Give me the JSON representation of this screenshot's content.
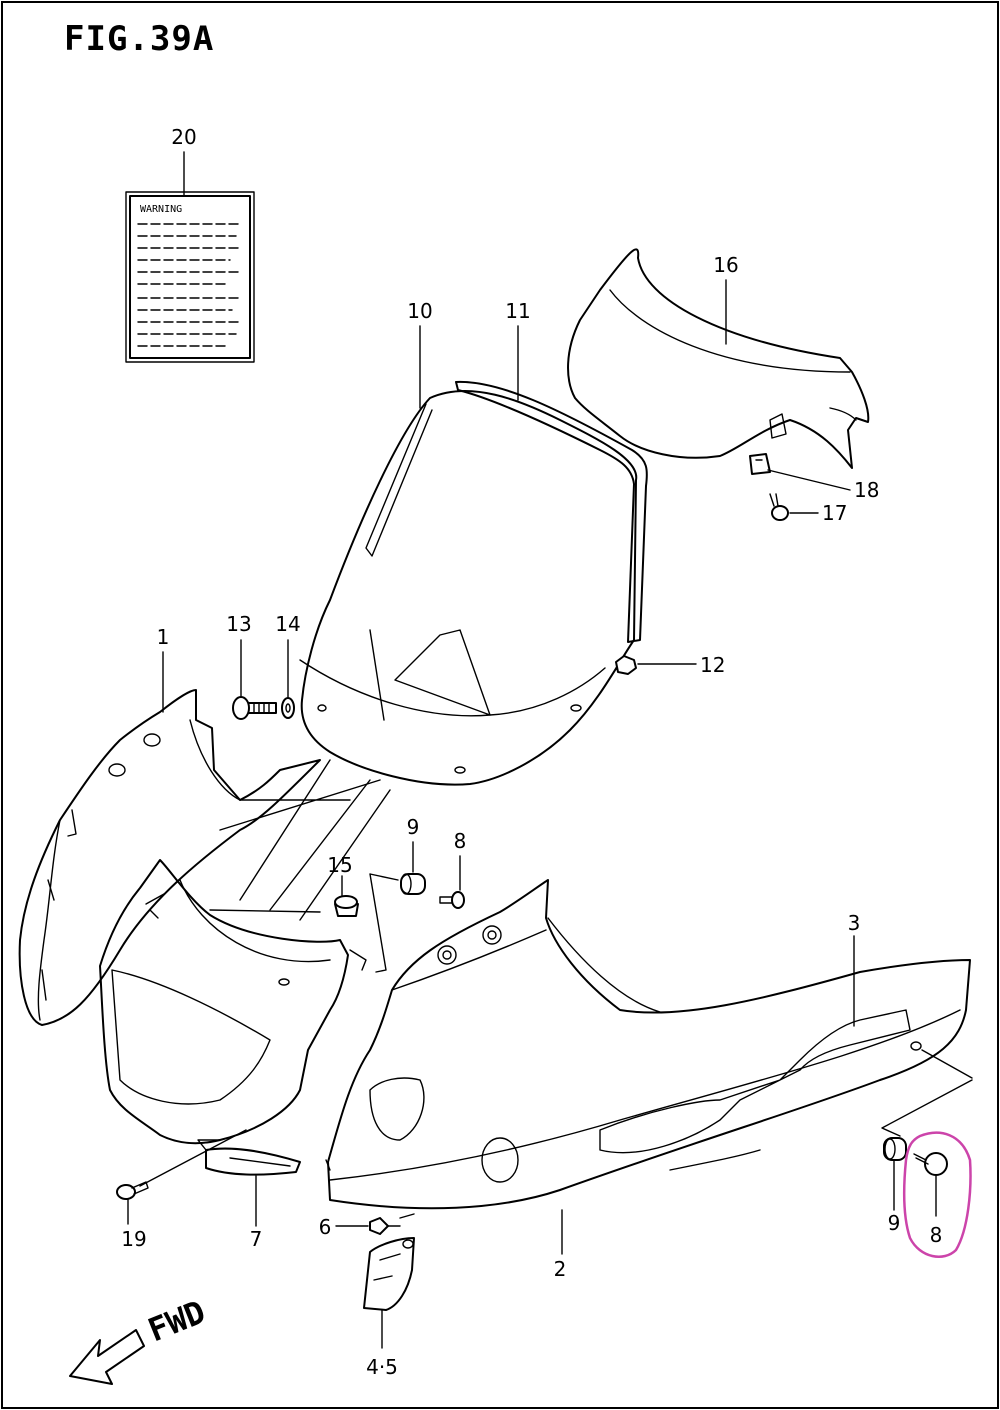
{
  "figure_title": "FIG.39A",
  "direction_label": "FWD",
  "warning_label_text": "WARNING",
  "highlight_color": "#cc44aa",
  "callouts": {
    "p1": "1",
    "p2": "2",
    "p3": "3",
    "p45": "4·5",
    "p6": "6",
    "p7": "7",
    "p8a": "8",
    "p8b": "8",
    "p9a": "9",
    "p9b": "9",
    "p10": "10",
    "p11": "11",
    "p12": "12",
    "p13": "13",
    "p14": "14",
    "p15": "15",
    "p16": "16",
    "p17": "17",
    "p18": "18",
    "p19": "19",
    "p20": "20"
  }
}
